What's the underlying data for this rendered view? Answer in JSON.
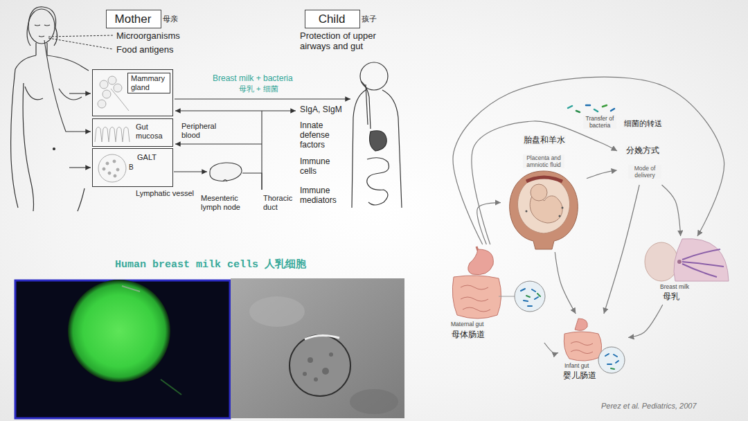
{
  "diagram": {
    "nodes": [
      {
        "text": [
          "Mother",
          "母亲"
        ]
      },
      {
        "text": [
          "Child",
          "孩子"
        ]
      },
      {
        "text": [
          "Mammary gland"
        ]
      },
      {
        "text": [
          "Gut mucosa"
        ]
      },
      {
        "text": [
          "GALT"
        ]
      },
      {
        "text": [
          "胎盘和羊水",
          "Placenta and amniotic fluid"
        ]
      },
      {
        "text": [
          "分娩方式",
          "Mode of delivery"
        ]
      },
      {
        "text": [
          "Breast milk",
          "母乳"
        ]
      },
      {
        "text": [
          "Maternal gut",
          "母体肠道"
        ]
      },
      {
        "text": [
          "Infant gut",
          "婴儿肠道"
        ]
      }
    ],
    "edges": [
      {
        "from": 8,
        "to": 5,
        "arrow": "to"
      },
      {
        "from": 8,
        "to": 6,
        "arrow": "to"
      },
      {
        "from": 8,
        "to": 7,
        "arrow": "to"
      },
      {
        "from": 5,
        "to": 6,
        "arrow": "to"
      },
      {
        "from": 5,
        "to": 9,
        "arrow": "to"
      },
      {
        "from": 6,
        "to": 9,
        "arrow": "to"
      },
      {
        "from": 6,
        "to": 7,
        "arrow": "to"
      },
      {
        "from": 7,
        "to": 9,
        "arrow": "to"
      },
      {
        "from": 8,
        "to": 9,
        "arrow": "to"
      }
    ],
    "labels": [
      "Microorganisms",
      "Food antigens",
      "Protection of upper airways and gut",
      "Breast milk + bacteria",
      "母乳 + 细菌",
      "Peripheral blood",
      "Lymphatic vessel",
      "B",
      "Mesenteric lymph node",
      "Thoracic duct",
      "SIgA, SIgM",
      "Innate defense factors",
      "Immune cells",
      "Immune mediators",
      "Human breast milk cells 人乳细胞",
      "Transfer of bacteria",
      "细菌的转送",
      "Perez et al. Pediatrics, 2007"
    ]
  }
}
